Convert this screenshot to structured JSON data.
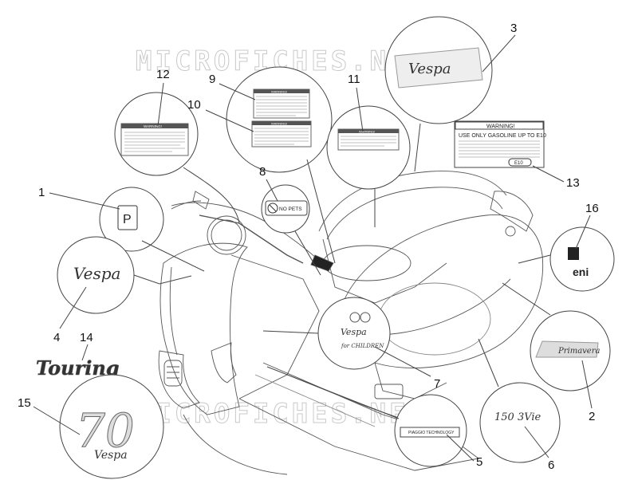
{
  "watermark": "MICROFICHES.NET",
  "callouts": {
    "c1": "1",
    "c2": "2",
    "c3": "3",
    "c4": "4",
    "c5": "5",
    "c6": "6",
    "c7": "7",
    "c8": "8",
    "c9": "9",
    "c10": "10",
    "c11": "11",
    "c12": "12",
    "c13": "13",
    "c14": "14",
    "c15": "15",
    "c16": "16"
  },
  "labels": {
    "no_pets": "NO PETS",
    "warning": "WARNING!",
    "fuel_line": "USE ONLY GASOLINE UP TO E10",
    "fuel_code": "E10",
    "vespa": "Vespa",
    "for_children": "for CHILDREN",
    "touring": "Touring",
    "primavera": "Primavera",
    "model": "150 3Vie",
    "eni": "eni",
    "brand_badge": "P",
    "anniversary": "70",
    "tech_label": "PIAGGIO TECHNOLOGY"
  },
  "colors": {
    "line": "#444444",
    "light_line": "#9a9a9a",
    "warning_bar": "#555555"
  }
}
